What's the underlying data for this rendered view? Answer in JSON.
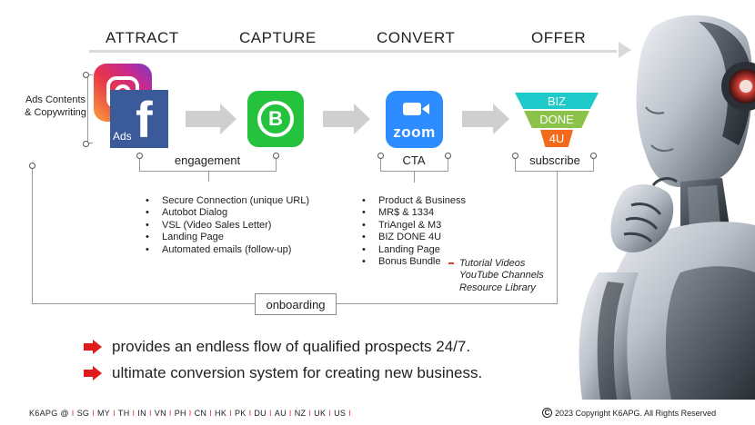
{
  "stages": [
    "ATTRACT",
    "CAPTURE",
    "CONVERT",
    "OFFER"
  ],
  "left_label": [
    "Ads Contents",
    "& Copywriting"
  ],
  "ads_label": "Ads",
  "whatsapp_letter": "B",
  "zoom_word": "zoom",
  "funnel": [
    {
      "text": "BIZ",
      "color": "#1ec9c9"
    },
    {
      "text": "DONE",
      "color": "#8bc34a"
    },
    {
      "text": "4U",
      "color": "#f26b1d"
    }
  ],
  "nodes": {
    "engagement": "engagement",
    "cta": "CTA",
    "subscribe": "subscribe",
    "onboarding": "onboarding"
  },
  "engagement_items": [
    "Secure Connection (unique URL)",
    "Autobot Dialog",
    "VSL (Video Sales Letter)",
    "Landing Page",
    "Automated emails (follow-up)"
  ],
  "cta_items": [
    "Product & Business",
    "MR$ & 1334",
    "TriAngel & M3",
    "BIZ DONE 4U",
    "Landing Page",
    "Bonus Bundle"
  ],
  "bonus_extras": [
    "Tutorial Videos",
    "YouTube Channels",
    "Resource Library"
  ],
  "statements": [
    "provides an endless flow of qualified prospects 24/7.",
    "ultimate conversion system for creating new business."
  ],
  "footer": {
    "brand": "K6APG @",
    "countries": [
      "SG",
      "MY",
      "TH",
      "IN",
      "VN",
      "PH",
      "CN",
      "HK",
      "PK",
      "DU",
      "AU",
      "NZ",
      "UK",
      "US"
    ],
    "copyright_symbol": "C",
    "copyright": "2023 Copyright K6APG. All Rights Reserved"
  },
  "colors": {
    "arrow_red": "#e01b1b",
    "flow_gray": "#cfcfcf",
    "whatsapp_green": "#25c23e",
    "zoom_blue": "#2d8cff",
    "facebook_blue": "#3b5a9a"
  }
}
